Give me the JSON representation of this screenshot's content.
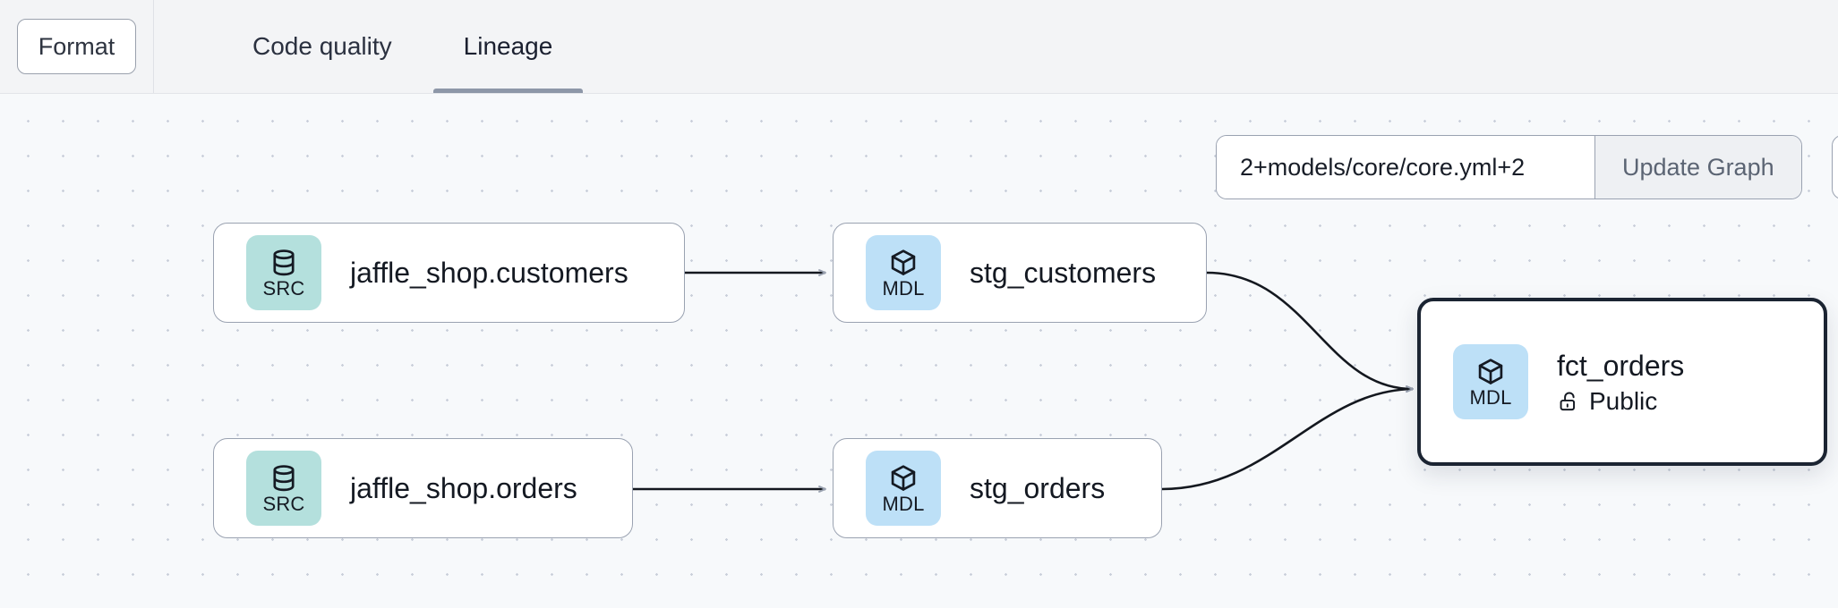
{
  "toolbar": {
    "format_label": "Format",
    "tabs": [
      {
        "label": "Code quality",
        "active": false
      },
      {
        "label": "Lineage",
        "active": true
      }
    ]
  },
  "graph_selector": {
    "value": "2+models/core/core.yml+2",
    "placeholder": "2+models/core/core.yml+2",
    "update_label": "Update Graph"
  },
  "lineage": {
    "nodes": [
      {
        "id": "jaffle_shop_customers",
        "title": "jaffle_shop.customers",
        "badge": "SRC",
        "badge_icon": "database-icon",
        "badge_color": "#b4e0dd",
        "selected": false,
        "sub": null
      },
      {
        "id": "jaffle_shop_orders",
        "title": "jaffle_shop.orders",
        "badge": "SRC",
        "badge_icon": "database-icon",
        "badge_color": "#b4e0dd",
        "selected": false,
        "sub": null
      },
      {
        "id": "stg_customers",
        "title": "stg_customers",
        "badge": "MDL",
        "badge_icon": "cube-icon",
        "badge_color": "#bde0f7",
        "selected": false,
        "sub": null
      },
      {
        "id": "stg_orders",
        "title": "stg_orders",
        "badge": "MDL",
        "badge_icon": "cube-icon",
        "badge_color": "#bde0f7",
        "selected": false,
        "sub": null
      },
      {
        "id": "fct_orders",
        "title": "fct_orders",
        "badge": "MDL",
        "badge_icon": "cube-icon",
        "badge_color": "#bde0f7",
        "selected": true,
        "sub": "Public",
        "sub_icon": "unlock-icon"
      }
    ],
    "edges": [
      {
        "from": "jaffle_shop_customers",
        "to": "stg_customers"
      },
      {
        "from": "jaffle_shop_orders",
        "to": "stg_orders"
      },
      {
        "from": "stg_customers",
        "to": "fct_orders"
      },
      {
        "from": "stg_orders",
        "to": "fct_orders"
      }
    ]
  },
  "colors": {
    "canvas_bg": "#f7f9fb",
    "toolbar_bg": "#f3f4f6",
    "src_badge": "#b4e0dd",
    "mdl_badge": "#bde0f7",
    "edge": "#14181f",
    "selected_border": "#1b2432",
    "tab_underline": "#8d97a8"
  }
}
